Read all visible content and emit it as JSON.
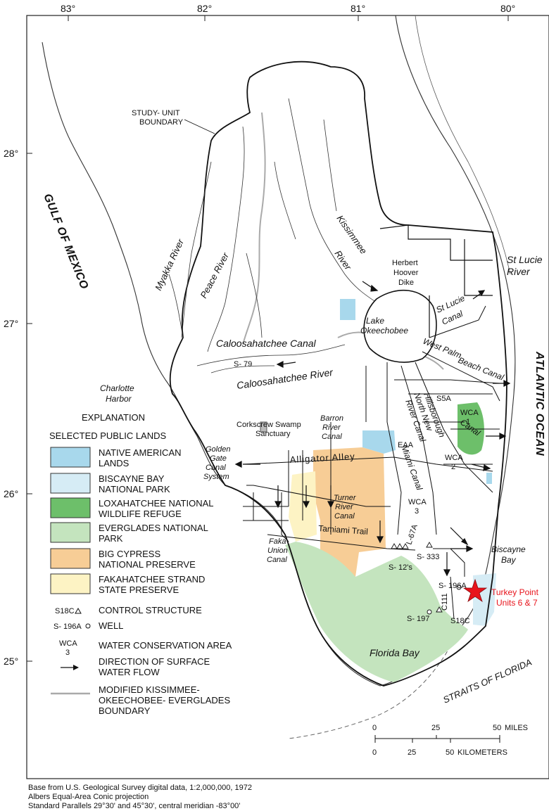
{
  "axes": {
    "longitudes": [
      "83°",
      "82°",
      "81°",
      "80°"
    ],
    "latitudes": [
      "28°",
      "27°",
      "26°",
      "25°"
    ]
  },
  "water_labels": {
    "gulf": "GULF OF MEXICO",
    "atlantic": "ATLANTIC OCEAN",
    "straits": "STRAITS OF FLORIDA",
    "florida_bay": "Florida Bay",
    "biscayne_bay_1": "Biscayne",
    "biscayne_bay_2": "Bay",
    "charlotte_1": "Charlotte",
    "charlotte_2": "Harbor",
    "lake_1": "Lake",
    "lake_2": "Okeechobee"
  },
  "rivers": {
    "myakka": "Myakka River",
    "peace": "Peace River",
    "kissimmee_1": "Kissimmee",
    "kissimmee_2": "River",
    "stlucie_river_1": "St Lucie",
    "stlucie_river_2": "River",
    "caloosahatchee_canal": "Caloosahatchee Canal",
    "caloosahatchee_river": "Caloosahatchee River"
  },
  "canals": {
    "stlucie_1": "St Lucie",
    "stlucie_2": "Canal",
    "westpalm_1": "West Palm",
    "westpalm_2": "Beach Canal",
    "hillsborough": "Hillsborough",
    "hillsborough_canal": "Canal",
    "northnew_1": "North New",
    "northnew_2": "River Canal",
    "miami": "Miami Canal",
    "barron_1": "Barron",
    "barron_2": "River",
    "barron_3": "Canal",
    "golden_1": "Golden",
    "golden_2": "Gate",
    "golden_3": "Canal",
    "golden_4": "System",
    "turner_1": "Turner",
    "turner_2": "River",
    "turner_3": "Canal",
    "faka_1": "Faka",
    "faka_2": "Union",
    "faka_3": "Canal",
    "l67a": "L-67A",
    "c111": "C111"
  },
  "features": {
    "study_unit_1": "STUDY- UNIT",
    "study_unit_2": "BOUNDARY",
    "herbert_1": "Herbert",
    "herbert_2": "Hoover",
    "herbert_3": "Dike",
    "corkscrew_1": "Corkscrew Swamp",
    "corkscrew_2": "Sanctuary",
    "alligator": "Alligator Alley",
    "tamiami": "Tamiami Trail",
    "eaa": "EAA",
    "s5a": "S5A",
    "s79": "S- 79",
    "s333": "S- 333",
    "s12s": "S- 12's",
    "s196a": "S- 196A",
    "s18c": "S18C",
    "s197": "S- 197"
  },
  "wca": {
    "wca1_a": "WCA",
    "wca1_b": "1",
    "wca2_a": "WCA",
    "wca2_b": "2",
    "wca3_a": "WCA",
    "wca3_b": "3"
  },
  "turkey_point": {
    "line1": "Turkey Point",
    "line2": "Units 6 & 7",
    "color": "#e8141c"
  },
  "legend": {
    "title": "EXPLANATION",
    "subtitle": "SELECTED PUBLIC LANDS",
    "lands": [
      {
        "line1": "NATIVE AMERICAN",
        "line2": "LANDS",
        "color": "#a8d8ec"
      },
      {
        "line1": "BISCAYNE BAY",
        "line2": "NATIONAL PARK",
        "color": "#d6ecf5"
      },
      {
        "line1": "LOXAHATCHEE NATIONAL",
        "line2": "WILDLIFE REFUGE",
        "color": "#6dbf6a"
      },
      {
        "line1": "EVERGLADES NATIONAL",
        "line2": "PARK",
        "color": "#c4e4be"
      },
      {
        "line1": "BIG CYPRESS",
        "line2": "NATIONAL PRESERVE",
        "color": "#f7cd96"
      },
      {
        "line1": "FAKAHATCHEE STRAND",
        "line2": "STATE PRESERVE",
        "color": "#fdf3c4"
      }
    ],
    "control_structure_code": "S18C",
    "control_structure": "CONTROL STRUCTURE",
    "well_code": "S- 196A",
    "well": "WELL",
    "wca_code_1": "WCA",
    "wca_code_2": "3",
    "wca": "WATER CONSERVATION AREA",
    "flow_1": "DIRECTION OF SURFACE",
    "flow_2": "WATER FLOW",
    "boundary_1": "MODIFIED KISSIMMEE-",
    "boundary_2": "OKEECHOBEE- EVERGLADES",
    "boundary_3": "BOUNDARY"
  },
  "scale": {
    "miles_ticks": [
      "0",
      "25",
      "50"
    ],
    "miles_unit": "MILES",
    "km_ticks": [
      "0",
      "25",
      "50"
    ],
    "km_unit": "KILOMETERS"
  },
  "credits": {
    "line1": "Base from U.S. Geological Survey digital data, 1:2,000,000, 1972",
    "line2": "Albers Equal-Area Conic projection",
    "line3": "Standard Parallels 29°30' and 45°30', central meridian -83°00'"
  }
}
